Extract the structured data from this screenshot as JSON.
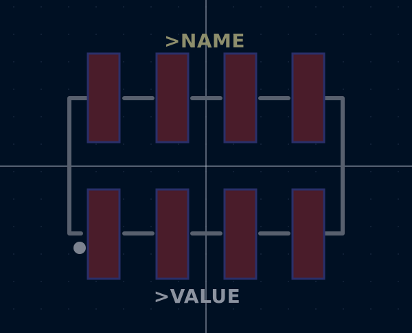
{
  "board": {
    "name_label": ">NAME",
    "value_label": ">VALUE"
  },
  "colors": {
    "background": "#001023",
    "grid_dot": "#1d2c44",
    "crosshair": "#aab2c0",
    "pad_fill": "#4a1c2a",
    "pad_border": "#2a2f6a",
    "outline": "#58606e",
    "name_text": "#8d8e6c",
    "value_text": "#8c93a0",
    "pin1_marker": "#7c8390"
  },
  "footprint": {
    "pad_rows": 2,
    "pads_per_row": 4,
    "pin1_marker": true
  }
}
